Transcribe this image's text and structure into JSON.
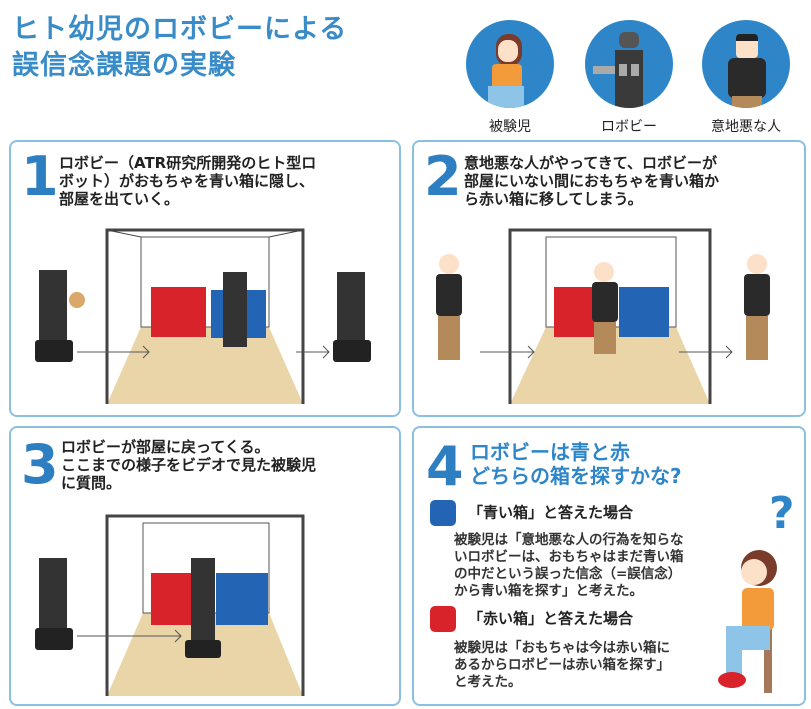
{
  "title": {
    "line1": "ヒト幼児のロボビーによる",
    "line2": "誤信念課題の実験"
  },
  "characters": [
    {
      "label": "被験児"
    },
    {
      "label": "ロボビー"
    },
    {
      "label": "意地悪な人"
    }
  ],
  "panels": [
    {
      "number": "1",
      "lines": [
        "ロボビー（ATR研究所開発のヒト型ロ",
        "ボット）がおもちゃを青い箱に隠し、",
        "部屋を出ていく。"
      ]
    },
    {
      "number": "2",
      "lines": [
        "意地悪な人がやってきて、ロボビーが",
        "部屋にいない間におもちゃを青い箱か",
        "ら赤い箱に移してしまう。"
      ]
    },
    {
      "number": "3",
      "lines": [
        "ロボビーが部屋に戻ってくる。",
        "ここまでの様子をビデオで見た被験児",
        "に質問。"
      ]
    },
    {
      "number": "4",
      "title_lines": [
        "ロボビーは青と赤",
        "どちらの箱を探すかな?"
      ],
      "cases": [
        {
          "label": "「青い箱」と答えた場合",
          "explanation": [
            "被験児は「意地悪な人の行為を知らな",
            "いロボビーは、おもちゃはまだ青い箱",
            "の中だという誤った信念（=誤信念）",
            "から青い箱を探す」と考えた。"
          ]
        },
        {
          "label": "「赤い箱」と答えた場合",
          "explanation": [
            "被験児は「おもちゃは今は赤い箱に",
            "あるからロボビーは赤い箱を探す」",
            "と考えた。"
          ]
        }
      ],
      "question_mark": "?"
    }
  ],
  "colors": {
    "accent": "#2e86c8",
    "red_box": "#d8232a",
    "blue_box": "#2464b4",
    "floor": "#ead5a8"
  }
}
